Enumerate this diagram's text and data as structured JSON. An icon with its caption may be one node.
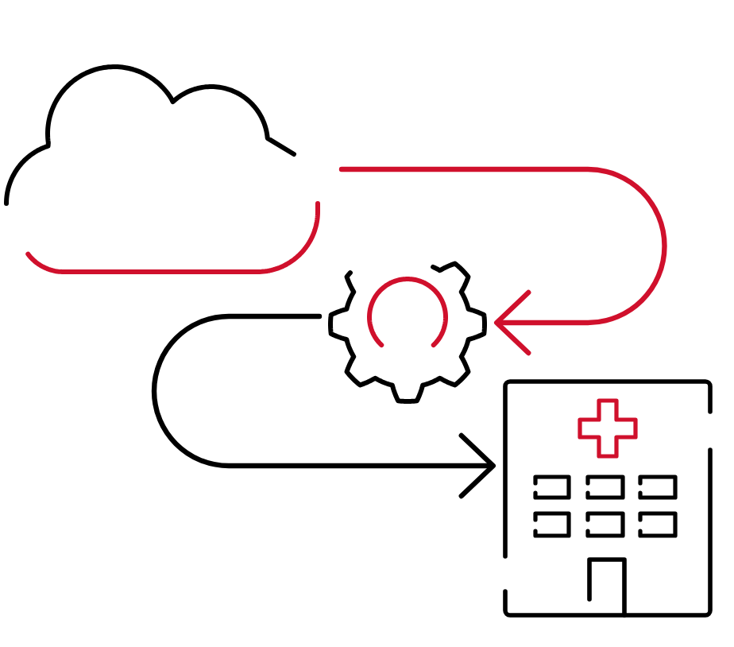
{
  "diagram": {
    "nodes": [
      {
        "text": [],
        "shape": "cloud"
      },
      {
        "text": [],
        "shape": "gear"
      },
      {
        "text": [],
        "shape": "building"
      }
    ],
    "edges": [
      {
        "from": 0,
        "to": 1,
        "arrow": "to",
        "color": "#d0102c"
      },
      {
        "from": 1,
        "to": 2,
        "arrow": "to",
        "color": "#000000"
      }
    ]
  }
}
